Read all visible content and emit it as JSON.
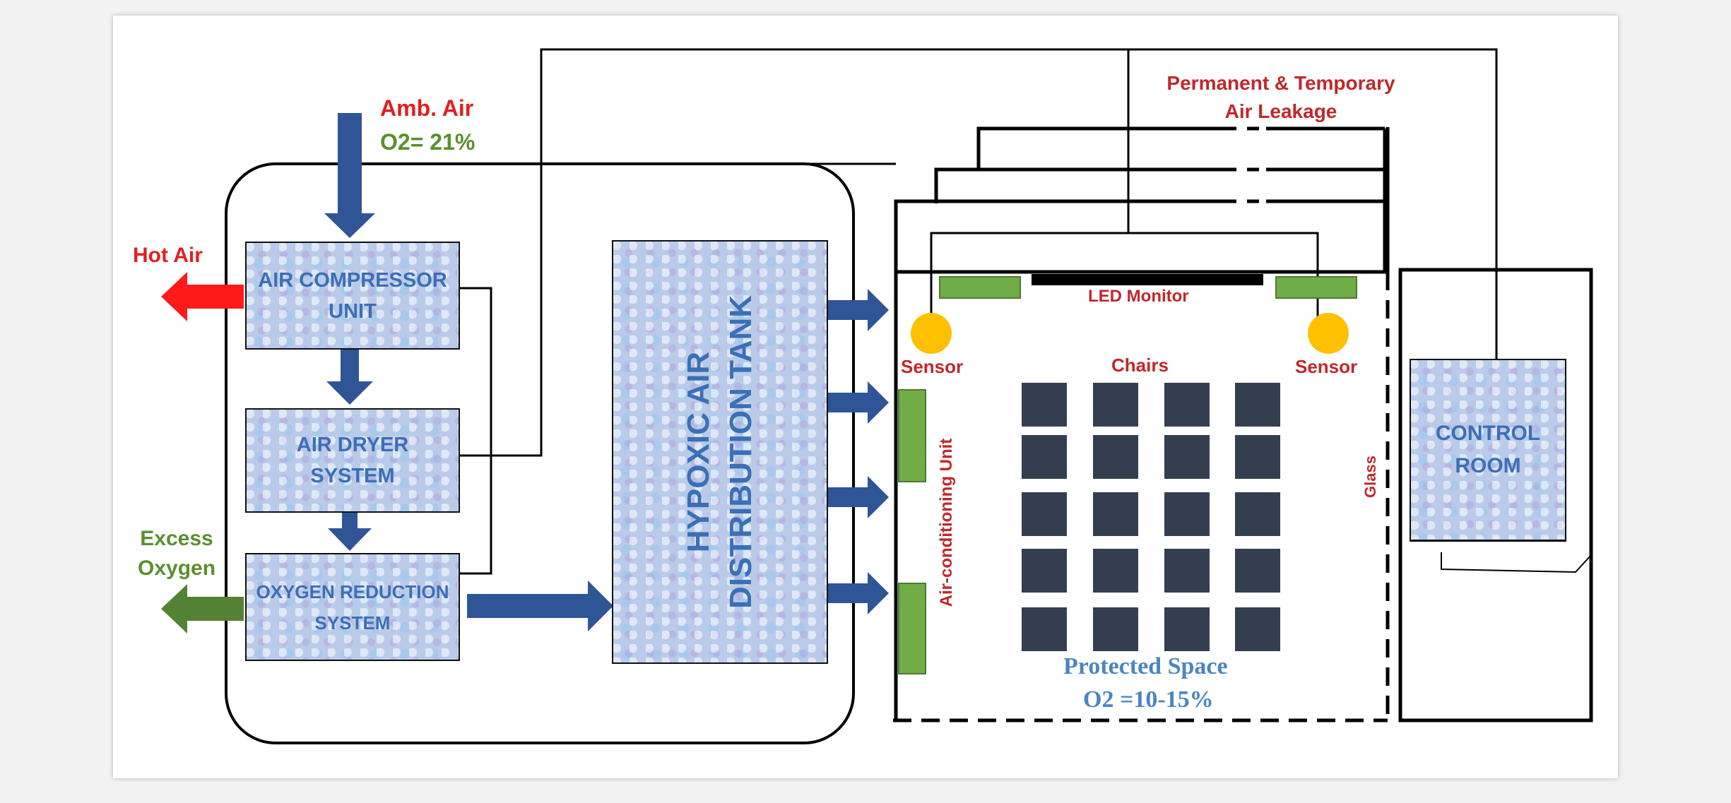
{
  "inputs": {
    "ambient_air_label": "Amb. Air",
    "ambient_o2_label": "O2= 21%"
  },
  "outputs": {
    "hot_air_label": "Hot Air",
    "excess_oxygen_line1": "Excess",
    "excess_oxygen_line2": "Oxygen"
  },
  "units": {
    "compressor_line1": "AIR COMPRESSOR",
    "compressor_line2": "UNIT",
    "dryer_line1": "AIR DRYER",
    "dryer_line2": "SYSTEM",
    "oxygen_line1": "OXYGEN REDUCTION",
    "oxygen_line2": "SYSTEM",
    "tank_line1": "HYPOXIC AIR",
    "tank_line2": "DISTRIBUTION TANK",
    "control_line1": "CONTROL",
    "control_line2": "ROOM"
  },
  "room": {
    "leakage_line1": "Permanent & Temporary",
    "leakage_line2": "Air Leakage",
    "led_monitor": "LED Monitor",
    "sensor_left": "Sensor",
    "sensor_right": "Sensor",
    "chairs": "Chairs",
    "ac_unit": "Air-conditioning Unit",
    "glass": "Glass",
    "protected_space": "Protected Space",
    "protected_o2": "O2 =10-15%"
  },
  "colors": {
    "arrow_blue": "#2f5597",
    "hot_air_red": "#ff1a1a",
    "excess_green": "#548235",
    "panel_green": "#70ad47",
    "sensor_yellow": "#ffc000",
    "chair_dark": "#333f50"
  }
}
